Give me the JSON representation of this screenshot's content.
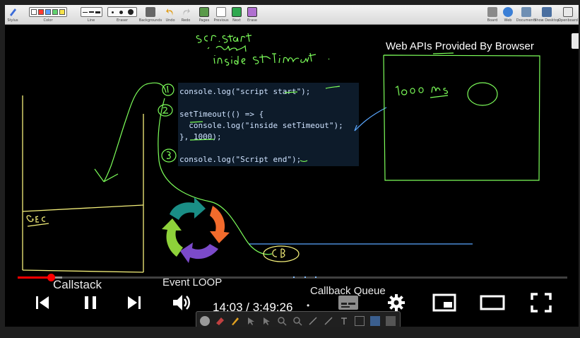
{
  "toolbar": {
    "items": [
      {
        "label": "Stylus",
        "icon": "stylus-icon"
      },
      {
        "label": "Color",
        "icon": "color-palette-icon"
      },
      {
        "label": "Line",
        "icon": "line-width-icon"
      },
      {
        "label": "Eraser",
        "icon": "eraser-size-icon"
      },
      {
        "label": "Backgrounds",
        "icon": "backgrounds-icon"
      },
      {
        "label": "Undo",
        "icon": "undo-icon"
      },
      {
        "label": "Redo",
        "icon": "redo-icon"
      },
      {
        "label": "Pages",
        "icon": "pages-icon"
      },
      {
        "label": "Previous",
        "icon": "previous-page-icon"
      },
      {
        "label": "Next",
        "icon": "next-page-icon"
      },
      {
        "label": "Erase",
        "icon": "erase-icon"
      },
      {
        "label": "Board",
        "icon": "board-icon"
      },
      {
        "label": "Web",
        "icon": "web-icon"
      },
      {
        "label": "Documents",
        "icon": "documents-icon"
      },
      {
        "label": "Show Desktop",
        "icon": "show-desktop-icon"
      },
      {
        "label": "Openboard",
        "icon": "openboard-icon"
      }
    ],
    "swatch_colors": [
      "#ffffff",
      "#ff3b30",
      "#5aa0ff",
      "#62d26f",
      "#f7e34a"
    ]
  },
  "code": {
    "line1": "console.log(\"script start\");",
    "line2": "setTimeout(() => {",
    "line3": "  console.log(\"inside setTimeout\");",
    "line4": "}, 1000);",
    "line5": "console.log(\"Script end\");"
  },
  "web_apis": {
    "title": "Web APIs Provided By Browser"
  },
  "labels": {
    "callstack": "Callstack",
    "event_loop": "Event LOOP",
    "callback_queue": "Callback Queue"
  },
  "player": {
    "current_time": "14:03",
    "duration": "3:49:26",
    "time_display": "14:03 / 3:49:26",
    "progress_fraction": 0.061,
    "buffered_fraction": 0.081,
    "buttons": {
      "previous": "previous-icon",
      "pause": "pause-icon",
      "next": "next-icon",
      "volume": "volume-icon",
      "subtitles": "subtitles-icon",
      "settings": "settings-gear-icon",
      "miniplayer": "miniplayer-icon",
      "theater": "theater-mode-icon",
      "fullscreen": "fullscreen-icon"
    }
  },
  "colors": {
    "ink_green": "#7dff5a",
    "ink_yellow": "#f5f07a",
    "ink_blue": "#5aa7ff",
    "progress_red": "#ff0000"
  }
}
